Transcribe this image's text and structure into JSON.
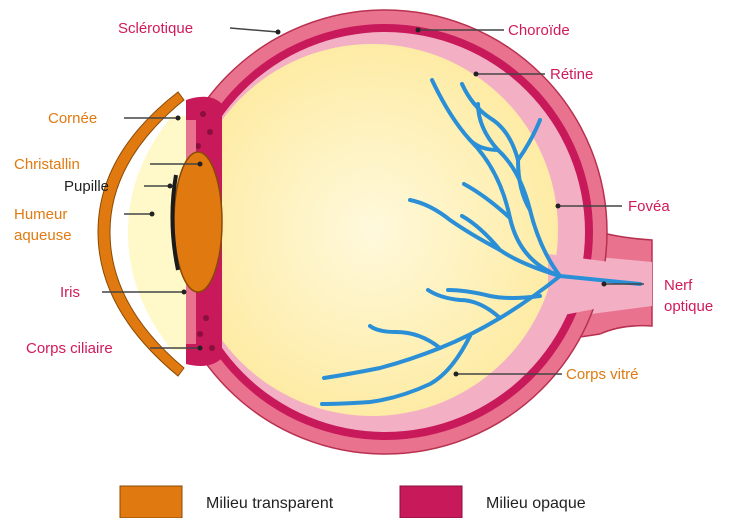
{
  "colors": {
    "transparent_label": "#e07a10",
    "opaque_label": "#d11a5a",
    "dark_label": "#222222",
    "sclera": "#e9738e",
    "sclera_outline": "#b8304f",
    "choroid": "#c8195a",
    "retina": "#f3b0c4",
    "vitreous": "#fde99a",
    "vitreous_center": "#fff9dc",
    "cornea": "#e07a10",
    "aqueous": "#fff8c8",
    "lens": "#e07a10",
    "vessels": "#2a8fd6"
  },
  "labels": {
    "sclerotique": "Sclérotique",
    "choroide": "Choroïde",
    "retine": "Rétine",
    "cornee": "Cornée",
    "christallin": "Christallin",
    "pupille": "Pupille",
    "humeur_line1": "Humeur",
    "humeur_line2": "aqueuse",
    "fovea": "Fovéa",
    "nerf_line1": "Nerf",
    "nerf_line2": "optique",
    "iris": "Iris",
    "corps_ciliaire": "Corps ciliaire",
    "corps_vitre": "Corps vitré"
  },
  "legend": {
    "transparent": "Milieu transparent",
    "opaque": "Milieu opaque"
  }
}
